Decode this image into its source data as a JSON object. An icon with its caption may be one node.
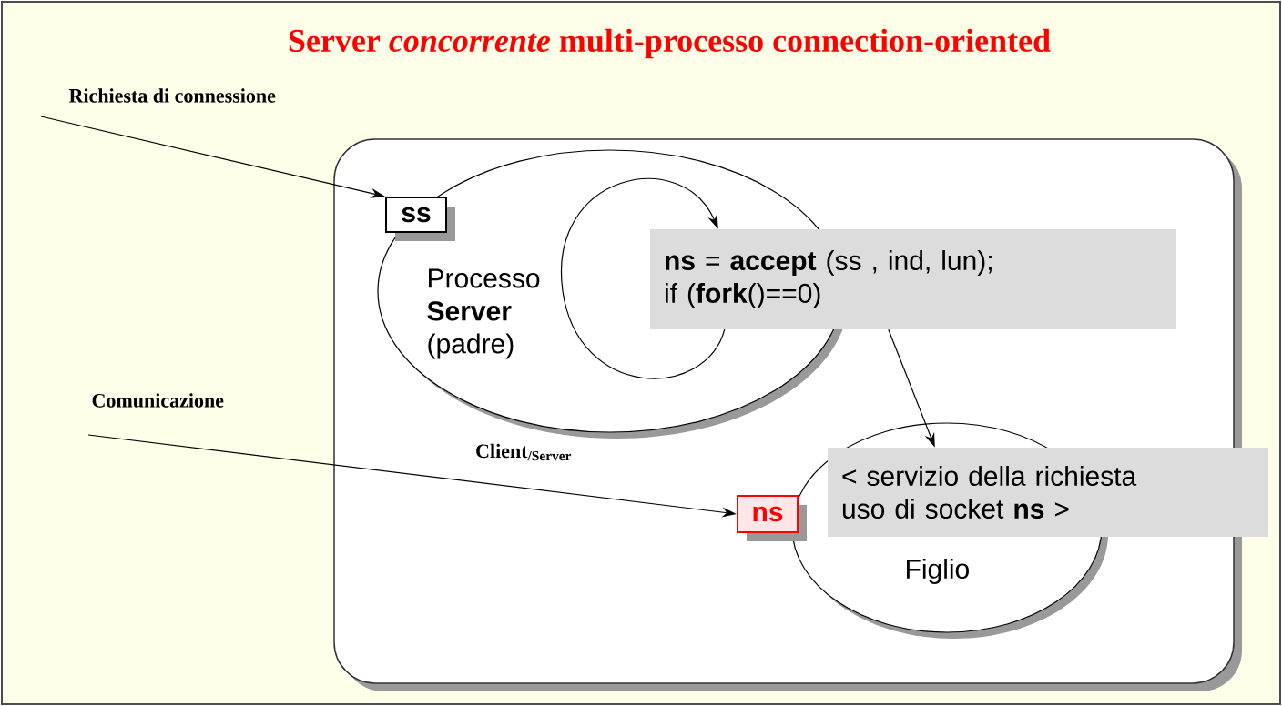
{
  "diagram": {
    "title": "Server *concorrente* multi-processo connection-oriented",
    "nodes": [
      {
        "text": [],
        "shape": "box"
      },
      {
        "text": [
          "Processo **Server** (padre)"
        ],
        "in": 0
      },
      {
        "text": [
          "ss"
        ],
        "in": 1
      },
      {
        "text": [
          "**ns** = **accept** (ss , ind, lun);",
          "if (**fork**()==0)"
        ],
        "in": 0
      },
      {
        "text": [
          "Figlio"
        ],
        "in": 0
      },
      {
        "text": [
          "< servizio della richiesta",
          "uso di socket **ns** >"
        ],
        "in": 0
      },
      {
        "text": [
          "ns"
        ],
        "in": 0
      }
    ],
    "edges": [
      {
        "from": null,
        "to": 2,
        "arrow": "to"
      },
      {
        "from": null,
        "to": 6,
        "arrow": "to",
        "label": "Client$_{/Server}$"
      },
      {
        "from": 3,
        "to": 3,
        "arrow": "to"
      },
      {
        "from": 3,
        "to": 5,
        "arrow": "to"
      }
    ],
    "labels": [
      "Richiesta di connessione",
      "Comunicazione"
    ]
  }
}
